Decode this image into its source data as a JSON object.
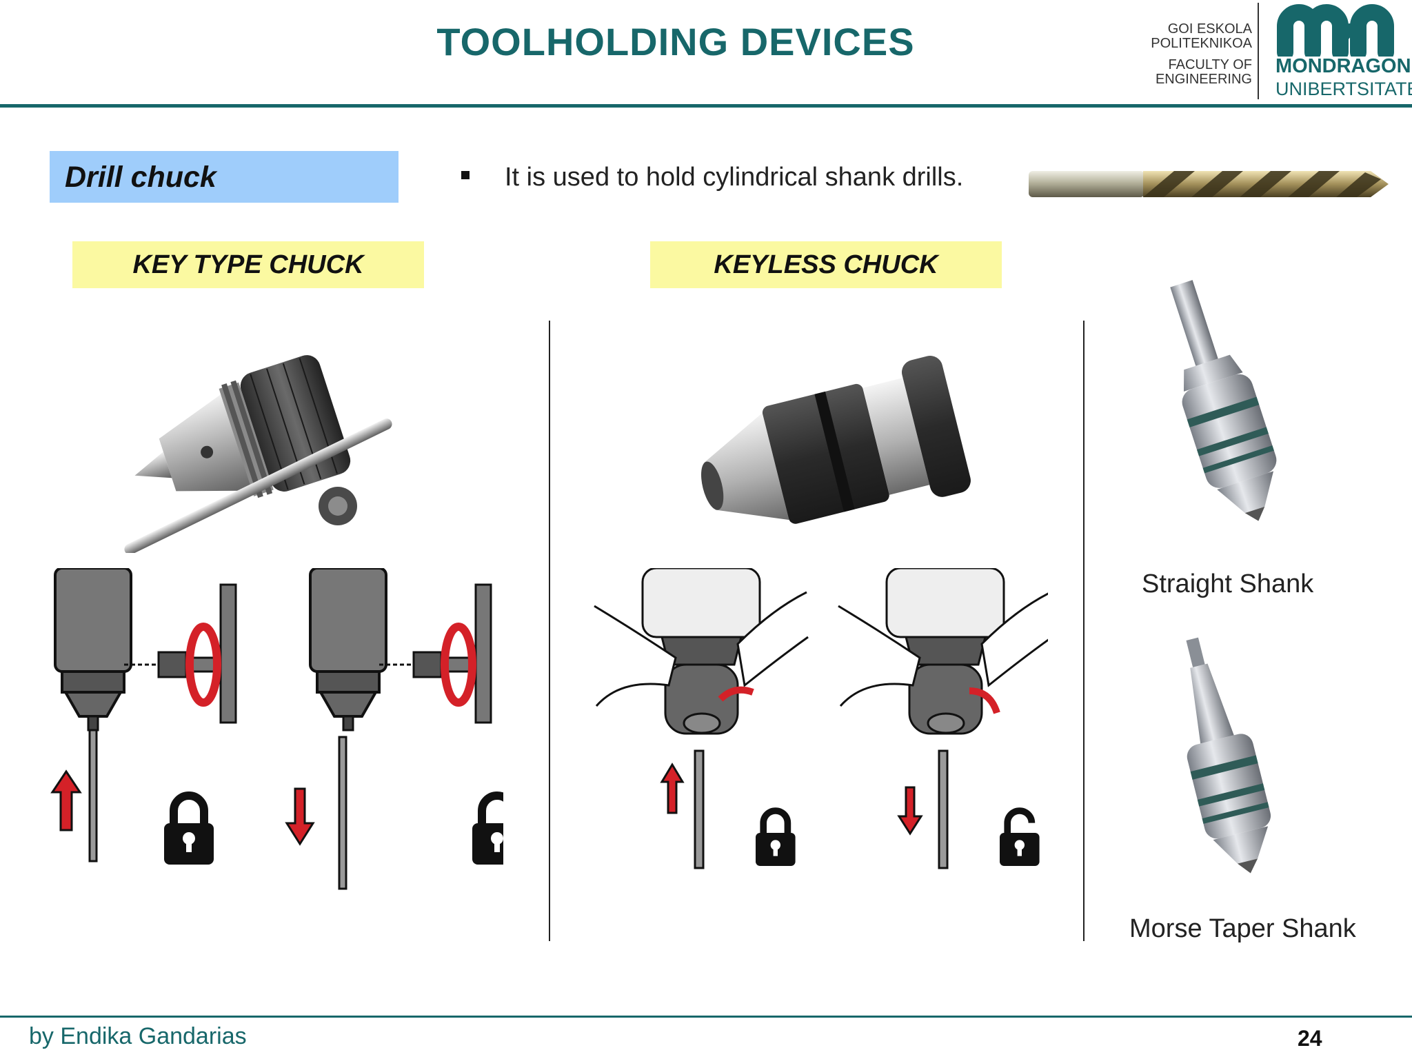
{
  "header": {
    "title": "TOOLHOLDING DEVICES",
    "logo": {
      "line1": "GOI ESKOLA",
      "line2": "POLITEKNIKOA",
      "line3": "FACULTY OF",
      "line4": "ENGINEERING",
      "brand": "MONDRAGON",
      "brand_sub": "UNIBERTSITATEA",
      "brand_color": "#17676a"
    }
  },
  "section": {
    "heading": "Drill chuck",
    "description": "It is used to hold cylindrical shank drills."
  },
  "labels": {
    "key_type": "KEY TYPE CHUCK",
    "keyless": "KEYLESS CHUCK",
    "straight_shank": "Straight Shank",
    "morse_taper": "Morse Taper Shank"
  },
  "footer": {
    "author": "by Endika Gandarias",
    "page": "24"
  },
  "colors": {
    "accent": "#17676a",
    "heading_box": "#9fcdfb",
    "label_box": "#fbf9a1",
    "arrow_red": "#d42128"
  }
}
